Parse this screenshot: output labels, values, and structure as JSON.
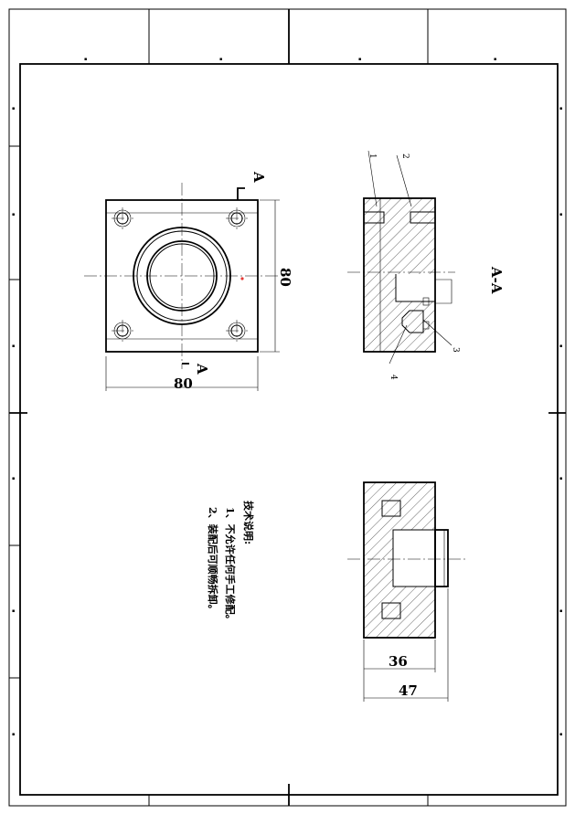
{
  "drawing": {
    "section_label": "A-A",
    "cut_marker": "A",
    "dims": {
      "width": "80",
      "height": "80",
      "depth_inner": "36",
      "depth_outer": "47"
    },
    "balloons": [
      "1",
      "2",
      "3",
      "4"
    ],
    "notes": {
      "title": "技术说明:",
      "line1": "1、不允许任何手工修配。",
      "line2": "2、装配后可顺畅拆卸。"
    }
  }
}
